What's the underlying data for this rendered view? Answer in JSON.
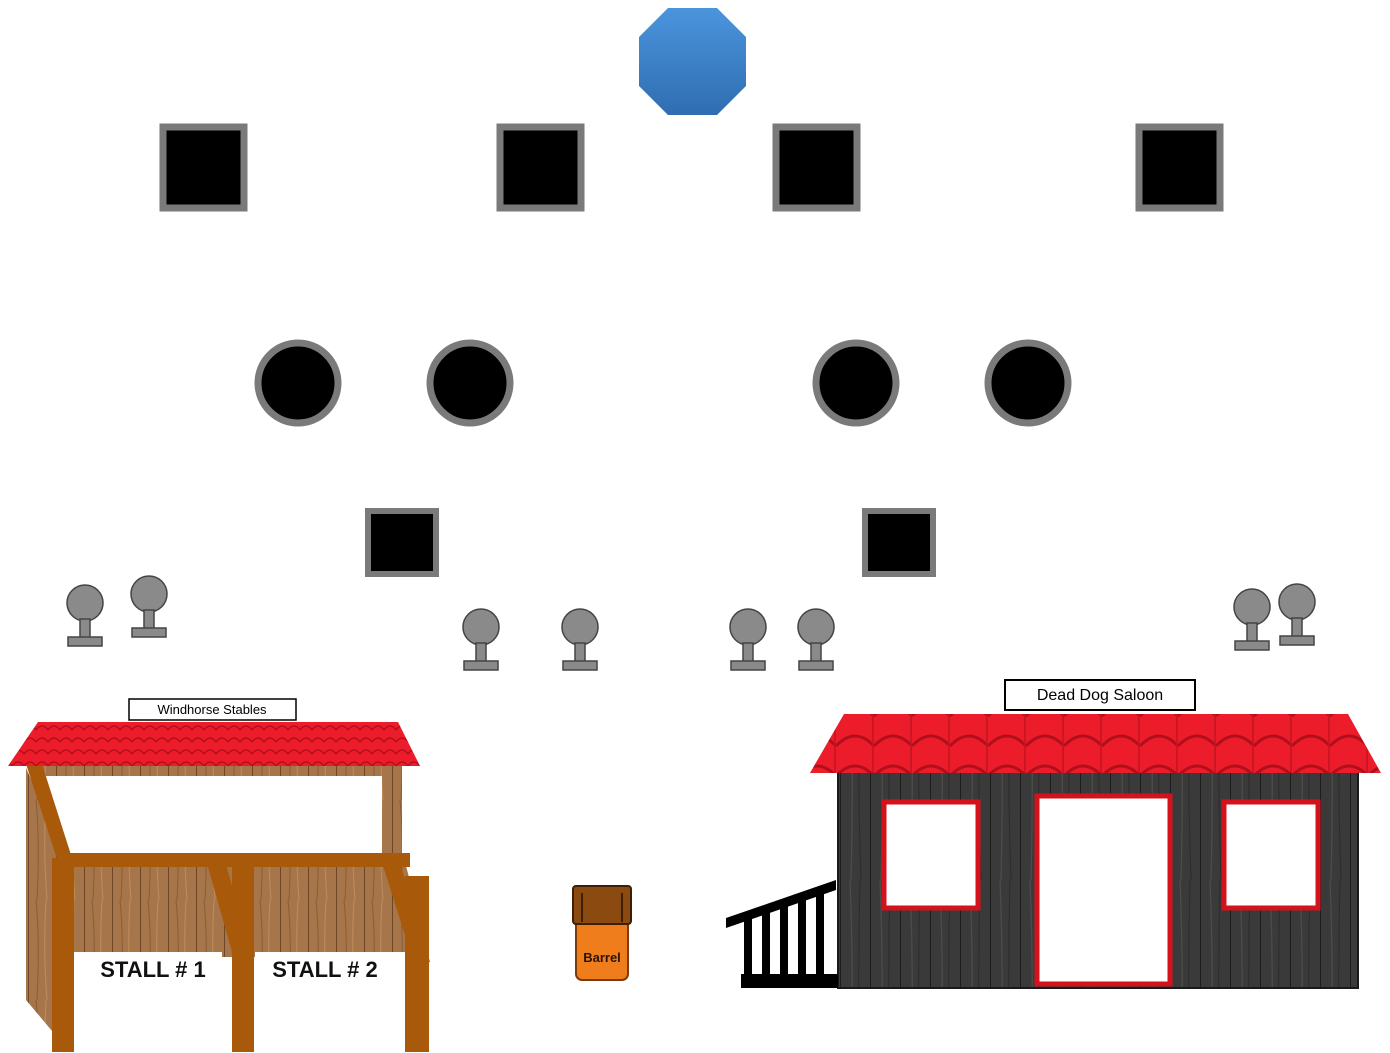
{
  "colors": {
    "background": "#ffffff",
    "target_fill": "#000000",
    "target_border": "#7a7a7a",
    "start_marker": "#3f86cf",
    "roof_red": "#ec1c2a",
    "wood_brown": "#9a6a3b",
    "post_orange": "#a85a0a",
    "saloon_wall": "#3b3a3a",
    "saloon_trim": "#d4121b",
    "barrel_orange": "#f07d1c",
    "barrel_lid": "#8a4a10",
    "popper_gray": "#8a8a8a"
  },
  "stables": {
    "sign": "Windhorse Stables",
    "stall_1": "STALL # 1",
    "stall_2": "STALL # 2"
  },
  "saloon": {
    "sign": "Dead Dog Saloon"
  },
  "barrel": {
    "label": "Barrel"
  },
  "icons": {
    "start": "octagon-start-marker",
    "square_target": "square-steel-target",
    "round_target": "round-plate-target",
    "popper": "popper-target"
  }
}
